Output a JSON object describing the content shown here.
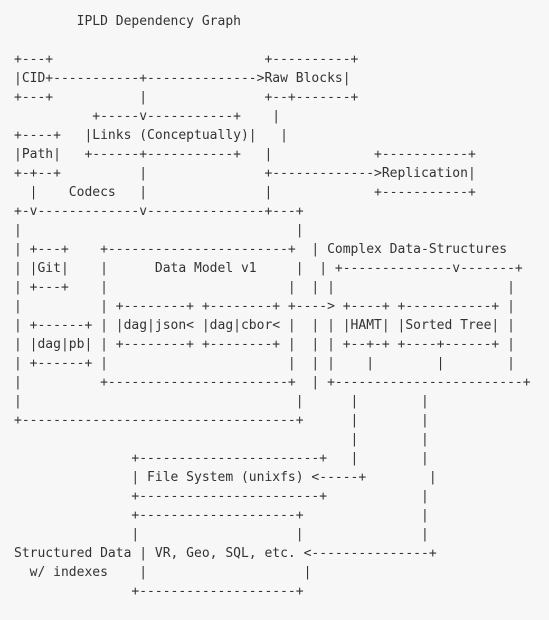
{
  "diagram": {
    "title": "IPLD Dependency Graph",
    "text_color": "#333333",
    "background": "#f7f7f7",
    "lines": [
      "",
      "+---+                           +----------+",
      "|CID+-----------+-------------->Raw Blocks|",
      "+---+           |               +--+-------+",
      "          +-----v-----------+    |",
      "+----+   |Links (Conceptually)|   |",
      "|Path|   +------+-----------+   |             +-----------+",
      "+-+--+          |               +------------->Replication|",
      "  |    Codecs   |               |             +-----------+",
      "+-v-------------v---------------+---+",
      "|                                   |",
      "| +---+    +-----------------------+  | Complex Data-Structures",
      "| |Git|    |      Data Model v1     |  | +--------------v-------+",
      "| +---+    |                       |  | |                      |",
      "|          | +--------+ +--------+ +----> +----+ +-----------+ |",
      "| +------+ | |dag|json< |dag|cbor< |  | | |HAMT| |Sorted Tree| |",
      "| |dag|pb| | +--------+ +--------+ |  | | +--+-+ +----+------+ |",
      "| +------+ |                       |  | |    |        |        |",
      "|          +-----------------------+  | +------------------------+",
      "|                                   |      |        |",
      "+-----------------------------------+      |        |",
      "                                           |        |",
      "               +-----------------------+   |        |",
      "               | File System (unixfs) <-----+        |",
      "               +-----------------------+            |",
      "               +--------------------+               |",
      "               |                    |               |",
      "Structured Data | VR, Geo, SQL, etc. <---------------+",
      "  w/ indexes    |                    |",
      "               +--------------------+"
    ]
  }
}
